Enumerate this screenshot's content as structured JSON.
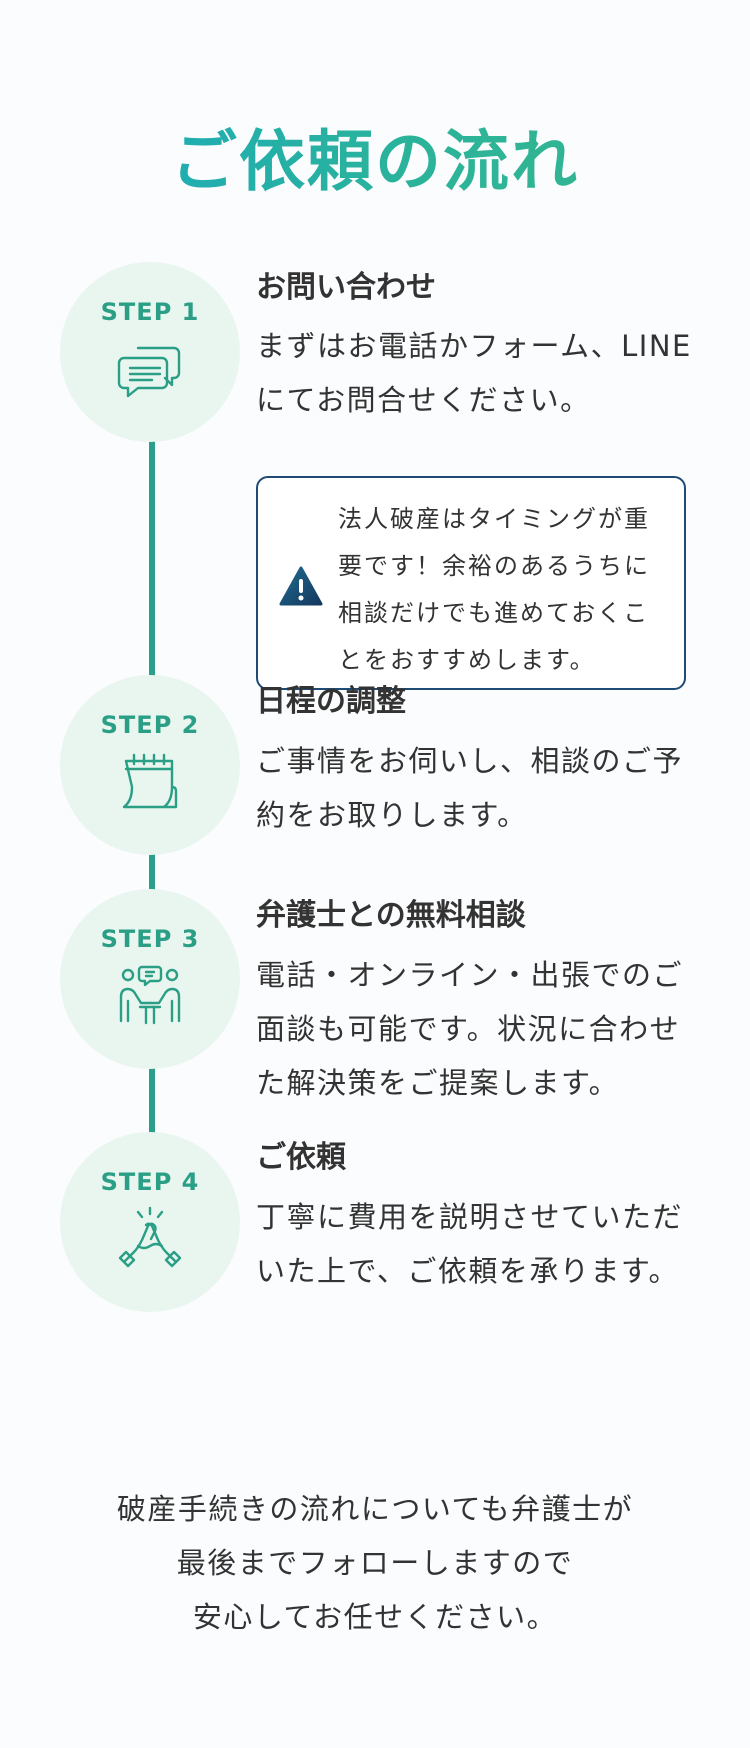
{
  "heading": "ご依頼の流れ",
  "steps": [
    {
      "label": "STEP 1",
      "icon": "chat-bubbles-icon",
      "title": "お問い合わせ",
      "description": "まずはお電話かフォーム、LINEにてお問合せください。"
    },
    {
      "label": "STEP 2",
      "icon": "calendar-icon",
      "title": "日程の調整",
      "description": "ご事情をお伺いし、相談のご予約をお取りします。"
    },
    {
      "label": "STEP 3",
      "icon": "consultation-meeting-icon",
      "title": "弁護士との無料相談",
      "description": "電話・オンライン・出張でのご面談も可能です。状況に合わせた解決策をご提案します。"
    },
    {
      "label": "STEP 4",
      "icon": "handshake-icon",
      "title": "ご依頼",
      "description": "丁寧に費用を説明させていただいた上で、ご依頼を承ります。"
    }
  ],
  "notice": {
    "icon": "warning-icon",
    "text": "法人破産はタイミングが重要です！余裕のあるうちに相談だけでも進めておくことをおすすめします。"
  },
  "closing": {
    "line1": "破産手続きの流れについても弁護士が",
    "line2": "最後までフォローしますので",
    "line3": "安心してお任せください。"
  },
  "colors": {
    "heading_gradient_start": "#19a9c0",
    "heading_gradient_end": "#38b58a",
    "accent_green": "#2a9f86",
    "circle_bg": "#e9f5ef",
    "notice_border": "#1e4a73"
  }
}
